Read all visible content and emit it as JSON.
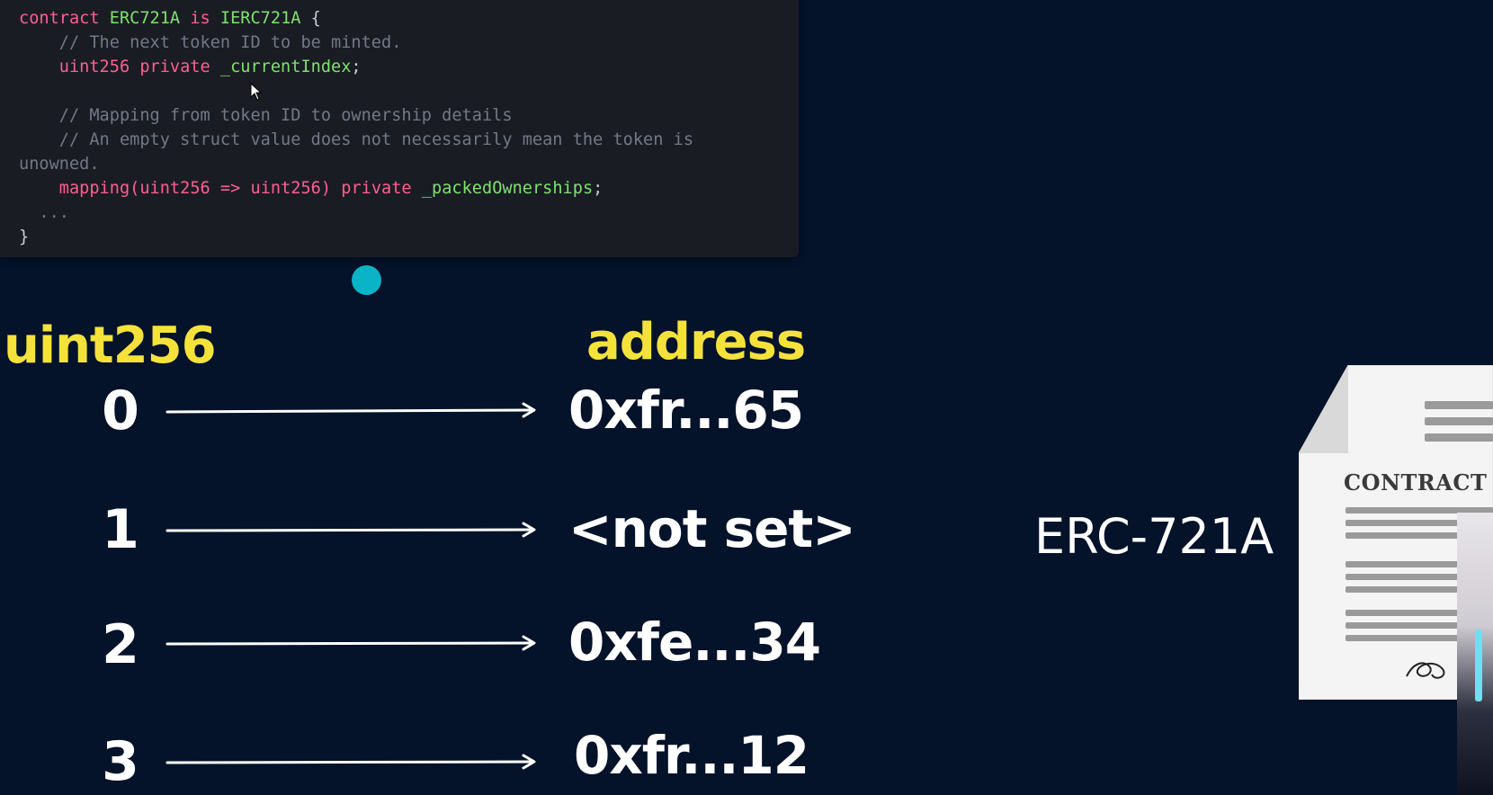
{
  "code": {
    "lines": [
      [
        {
          "t": "contract ",
          "c": "kw"
        },
        {
          "t": "ERC721A",
          "c": "id"
        },
        {
          "t": " is ",
          "c": "kw"
        },
        {
          "t": "IERC721A",
          "c": "id"
        },
        {
          "t": " {",
          "c": "pn"
        }
      ],
      [
        {
          "t": "    // The next token ID to be minted.",
          "c": "cm"
        }
      ],
      [
        {
          "t": "    uint256 private ",
          "c": "ty"
        },
        {
          "t": "_currentIndex",
          "c": "id"
        },
        {
          "t": ";",
          "c": "pn"
        }
      ],
      [
        {
          "t": "",
          "c": "pn"
        }
      ],
      [
        {
          "t": "    // Mapping from token ID to ownership details",
          "c": "cm"
        }
      ],
      [
        {
          "t": "    // An empty struct value does not necessarily mean the token is",
          "c": "cm"
        }
      ],
      [
        {
          "t": "unowned.",
          "c": "cm"
        }
      ],
      [
        {
          "t": "    mapping(",
          "c": "ty"
        },
        {
          "t": "uint256",
          "c": "ty"
        },
        {
          "t": " => ",
          "c": "ty"
        },
        {
          "t": "uint256",
          "c": "ty"
        },
        {
          "t": ") private ",
          "c": "ty"
        },
        {
          "t": "_packedOwnerships",
          "c": "id"
        },
        {
          "t": ";",
          "c": "pn"
        }
      ],
      [
        {
          "t": "  ...",
          "c": "cm"
        }
      ],
      [
        {
          "t": "}",
          "c": "pn"
        }
      ]
    ]
  },
  "diagram": {
    "left_header": "uint256",
    "right_header": "address",
    "rows": [
      {
        "key": "0",
        "value": "0xfr...65"
      },
      {
        "key": "1",
        "value": "<not set>"
      },
      {
        "key": "2",
        "value": "0xfe...34"
      },
      {
        "key": "3",
        "value": "0xfr...12"
      }
    ]
  },
  "side": {
    "label": "ERC-721A",
    "document_title": "CONTRACT"
  },
  "colors": {
    "background": "#04122a",
    "header_yellow": "#f4e23a",
    "dot": "#0ab4c6"
  }
}
